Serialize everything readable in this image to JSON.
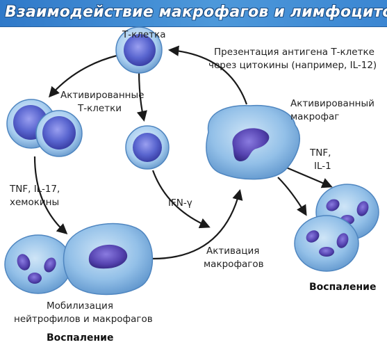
{
  "title": "Взаимодействие макрофагов и лимфоцитов",
  "labels": {
    "t_cell": "Т-клетка",
    "activated_t_1": "Активированные",
    "activated_t_2": "Т-клетки",
    "presentation_1": "Презентация антигена Т-клетке",
    "presentation_2": "через цитокины (например, IL-12)",
    "activated_macro_1": "Активированный",
    "activated_macro_2": "макрофаг",
    "tnf_il1_1": "TNF,",
    "tnf_il1_2": "IL-1",
    "tnf_il17_1": "TNF, IL-17,",
    "tnf_il17_2": "хемокины",
    "ifn": "IFN-γ",
    "activation_1": "Активация",
    "activation_2": "макрофагов",
    "mobilization_1": "Мобилизация",
    "mobilization_2": "нейтрофилов и макрофагов",
    "inflammation_left": "Воспаление",
    "inflammation_right": "Воспаление"
  },
  "colors": {
    "title_bg": "#3b86d2",
    "cell_outer": "#9cc6ea",
    "cell_inner": "#5d6fd6",
    "nucleus": "#5a47b5",
    "arrow": "#1a1a1a"
  }
}
